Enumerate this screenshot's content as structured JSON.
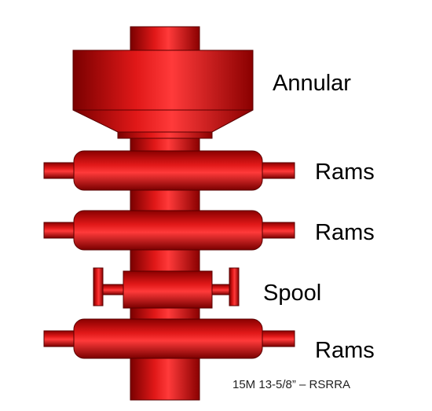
{
  "labels": {
    "annular": "Annular",
    "rams_1": "Rams",
    "rams_2": "Rams",
    "spool": "Spool",
    "rams_3": "Rams"
  },
  "caption": "15M 13-5/8” – RSRRA",
  "colors": {
    "body": "#cc0000",
    "highlight": "#ff3a3a",
    "shadow": "#7a0000",
    "outline": "#5a0000",
    "background": "#ffffff"
  }
}
